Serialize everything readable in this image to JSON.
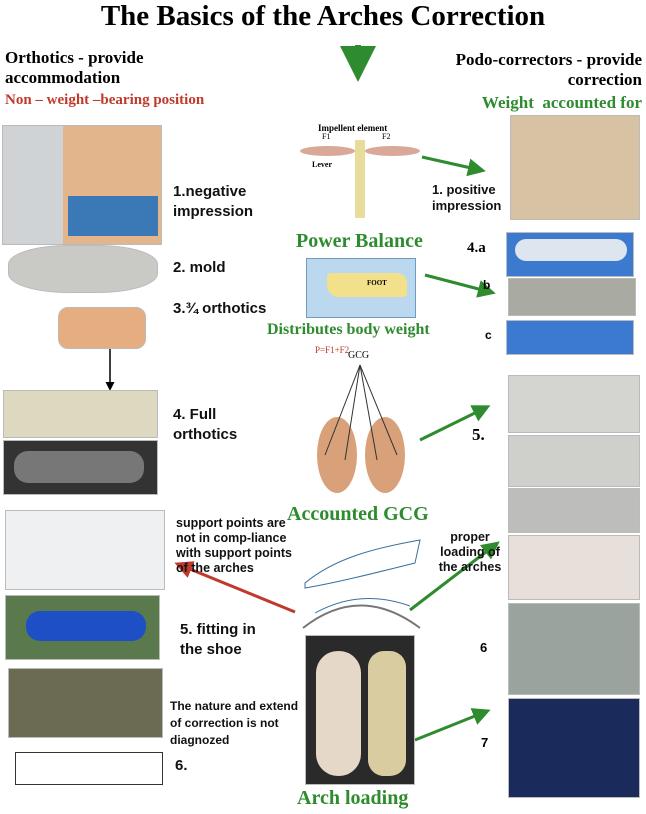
{
  "title": "The Basics of the Arches Correction",
  "left": {
    "header": "Orthotics - provide accommodation",
    "subheader": "Non – weight –bearing position",
    "steps": [
      "1.negative impression",
      "2. mold",
      "3.¾ orthotics",
      "4. Full orthotics",
      "5. fitting in the shoe",
      "6."
    ],
    "note": "The nature and extend of correction is not diagnozed"
  },
  "right": {
    "header": "Podo-correctors - provide correction",
    "subheader": "Weight  accounted for",
    "steps": [
      "1. positive impression",
      "4.a",
      "b",
      "c",
      "5.",
      "proper loading of the arches",
      "6",
      "7"
    ]
  },
  "center": {
    "power_balance": "Power Balance",
    "distributes": "Distributes body weight",
    "accounted_gcg": "Accounted GCG",
    "arch_loading": "Arch loading",
    "impellent": "Impellent element",
    "lever": "Lever",
    "f1": "F1",
    "f2": "F2",
    "formula": "P=F1+F2",
    "gcg": "GCG",
    "foot": "FOOT",
    "support_points": "support points are not in comp-liance with support points of the arches"
  },
  "colors": {
    "green": "#2e8b2e",
    "red": "#c0392b"
  }
}
